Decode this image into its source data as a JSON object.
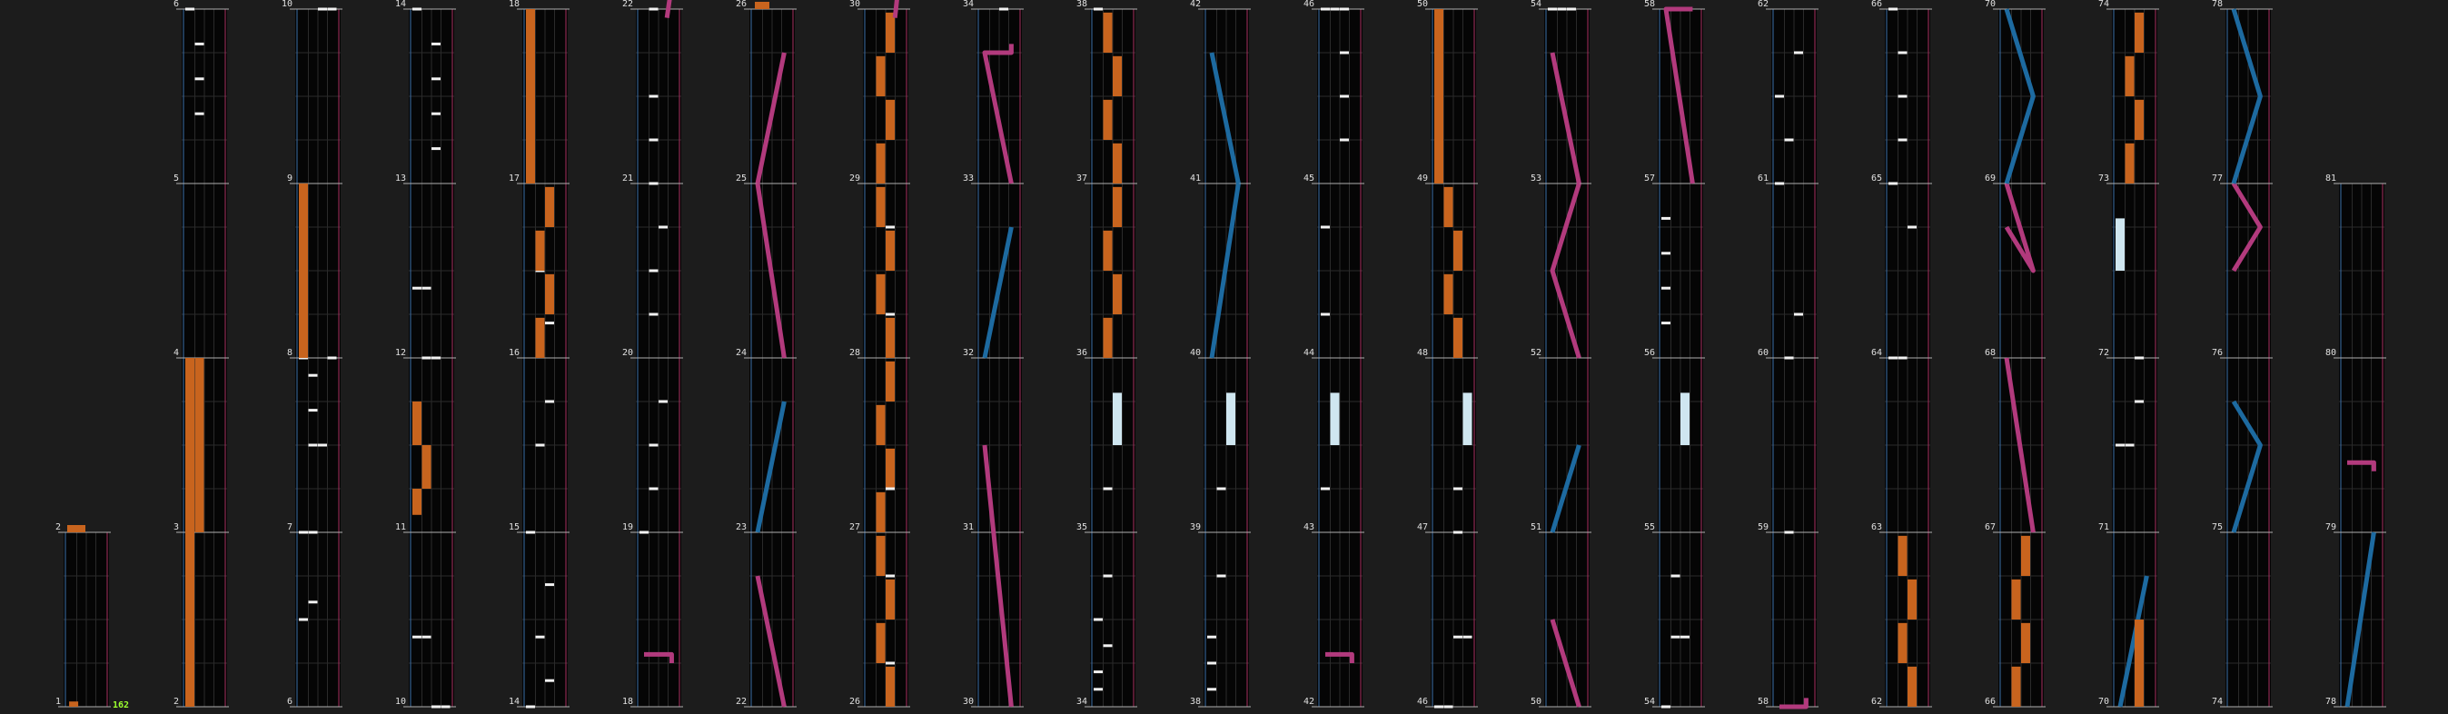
{
  "chart_data": {
    "type": "rhythm-game-chart",
    "combo": "162",
    "colors": {
      "background": "#1c1c1c",
      "lane_bg": "#050505",
      "gridline": "#2a2a2a",
      "lane_left_edge": "#3c6fa8",
      "lane_right_edge": "#a8305f",
      "measure_line": "#b0b0b0",
      "note_white": "#f2f2f2",
      "hold_orange": "#c8641e",
      "slide_magenta": "#b23a7d",
      "slide_blue": "#1d6aa0",
      "hold_pale": "#cfe6f0"
    },
    "columns": [
      {
        "measures": [
          "1",
          "2"
        ]
      },
      {
        "measures": [
          "2",
          "3",
          "4",
          "5",
          "6"
        ]
      },
      {
        "measures": [
          "6",
          "7",
          "8",
          "9",
          "10"
        ]
      },
      {
        "measures": [
          "10",
          "11",
          "12",
          "13",
          "14"
        ]
      },
      {
        "measures": [
          "14",
          "15",
          "16",
          "17",
          "18"
        ]
      },
      {
        "measures": [
          "18",
          "19",
          "20",
          "21",
          "22"
        ]
      },
      {
        "measures": [
          "22",
          "23",
          "24",
          "25",
          "26"
        ]
      },
      {
        "measures": [
          "26",
          "27",
          "28",
          "29",
          "30"
        ]
      },
      {
        "measures": [
          "30",
          "31",
          "32",
          "33",
          "34"
        ]
      },
      {
        "measures": [
          "34",
          "35",
          "36",
          "37",
          "38"
        ]
      },
      {
        "measures": [
          "38",
          "39",
          "40",
          "41",
          "42"
        ]
      },
      {
        "measures": [
          "42",
          "43",
          "44",
          "45",
          "46"
        ]
      },
      {
        "measures": [
          "46",
          "47",
          "48",
          "49",
          "50"
        ]
      },
      {
        "measures": [
          "50",
          "51",
          "52",
          "53",
          "54"
        ]
      },
      {
        "measures": [
          "54",
          "55",
          "56",
          "57",
          "58"
        ]
      },
      {
        "measures": [
          "58",
          "59",
          "60",
          "61",
          "62"
        ]
      },
      {
        "measures": [
          "62",
          "63",
          "64",
          "65",
          "66"
        ]
      },
      {
        "measures": [
          "66",
          "67",
          "68",
          "69",
          "70"
        ]
      },
      {
        "measures": [
          "70",
          "71",
          "72",
          "73",
          "74"
        ]
      },
      {
        "measures": [
          "74",
          "75",
          "76",
          "77",
          "78"
        ]
      },
      {
        "measures": [
          "78",
          "79",
          "80",
          "81"
        ]
      }
    ]
  }
}
